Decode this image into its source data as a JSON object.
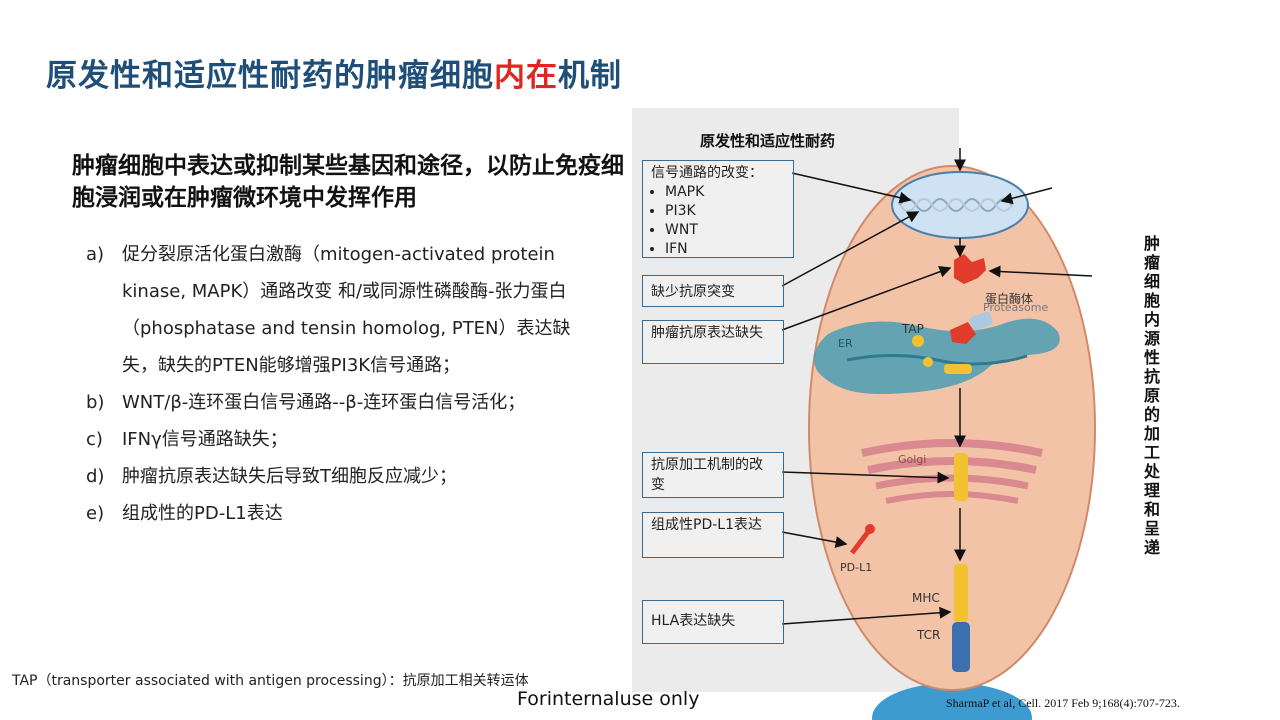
{
  "title": {
    "part1": "原发性和适应性耐药的肿瘤细胞",
    "highlight": "内在",
    "part2": "机制"
  },
  "subtitle": "肿瘤细胞中表达或抑制某些基因和途径，以防止免疫细胞浸润或在肿瘤微环境中发挥作用",
  "items": [
    {
      "marker": "a)",
      "text": "促分裂原活化蛋白激酶（mitogen-activated protein kinase, MAPK）通路改变 和/或同源性磷酸酶-张力蛋白（phosphatase  and tensin homolog, PTEN）表达缺失，缺失的PTEN能够增强PI3K信号通路；"
    },
    {
      "marker": "b)",
      "text": "WNT/β-连环蛋白信号通路--β-连环蛋白信号活化；"
    },
    {
      "marker": "c)",
      "text": "IFNγ信号通路缺失；"
    },
    {
      "marker": "d)",
      "text": "肿瘤抗原表达缺失后导致T细胞反应减少；"
    },
    {
      "marker": "e)",
      "text": "组成性的PD-L1表达"
    }
  ],
  "figure": {
    "title": "原发性和适应性耐药",
    "box_signal": {
      "heading": "信号通路的改变：",
      "bullets": [
        "MAPK",
        "PI3K",
        "WNT",
        "IFN"
      ]
    },
    "box_mutation": "缺少抗原突变",
    "box_antigen": "肿瘤抗原表达缺失",
    "box_processing": "抗原加工机制的改变",
    "box_pdl1": "组成性PD-L1表达",
    "box_hla": "HLA表达缺失",
    "labels": {
      "proteasome_cn": "蛋白酶体",
      "proteasome_en": "Proteasome",
      "tap": "TAP",
      "er": "ER",
      "golgi": "Golgi",
      "pdl1": "PD-L1",
      "mhc": "MHC",
      "tcr": "TCR"
    }
  },
  "vertical_label": "肿瘤细胞内源性抗原的加工处理和呈递",
  "footnote": "TAP（transporter associated with antigen processing）：抗原加工相关转运体",
  "watermark": "Forinternaluse only",
  "citation": "SharmaP et al, Cell. 2017 Feb 9;168(4):707-723."
}
